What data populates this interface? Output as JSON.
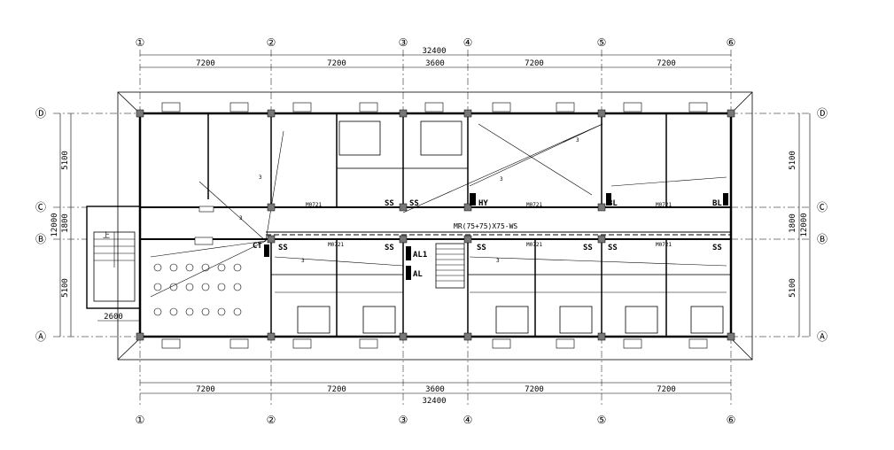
{
  "grid": {
    "columns": [
      "①",
      "②",
      "③",
      "④",
      "⑤",
      "⑥"
    ],
    "rows": [
      "Ⓐ",
      "Ⓑ",
      "Ⓒ",
      "Ⓓ"
    ]
  },
  "dims": {
    "top_total": "32400",
    "top_spans": [
      "7200",
      "7200",
      "3600",
      "7200",
      "7200"
    ],
    "bottom_spans": [
      "7200",
      "7200",
      "3600",
      "7200",
      "7200"
    ],
    "bottom_total": "32400",
    "left_spans": [
      "5100",
      "1800",
      "5100"
    ],
    "left_total": "12000",
    "right_spans": [
      "5100",
      "1800",
      "5100"
    ],
    "right_total": "12000",
    "stair_width": "2600"
  },
  "tags": {
    "ss": "SS",
    "mo": "M0721",
    "ct": "CT",
    "hy": "HY",
    "bl": "BL",
    "al1": "AL1",
    "al": "AL",
    "tray": "MR(75+75)X75-WS",
    "up": "上",
    "n3": "3"
  }
}
